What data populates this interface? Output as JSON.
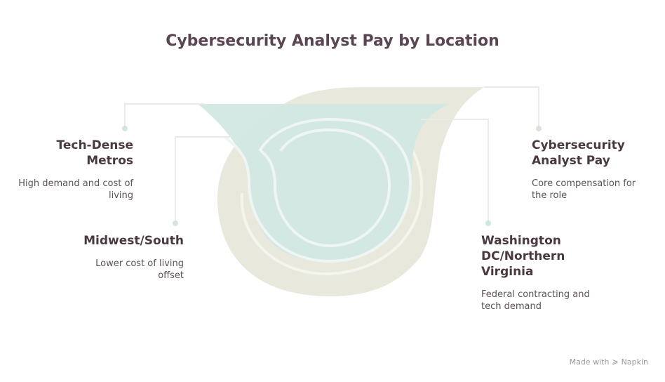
{
  "title": "Cybersecurity Analyst Pay by Location",
  "nodes": [
    {
      "id": "tech",
      "heading": "Tech-Dense Metros",
      "description": "High demand and cost of living"
    },
    {
      "id": "midwest",
      "heading": "Midwest/South",
      "description": "Lower cost of living offset"
    },
    {
      "id": "core",
      "heading": "Cybersecurity Analyst Pay",
      "description": "Core compensation for the role"
    },
    {
      "id": "dc",
      "heading": "Washington DC/Northern Virginia",
      "description": "Federal contracting and tech demand"
    }
  ],
  "footer": {
    "made_with": "Made with",
    "brand": "Napkin",
    "brand_icon": "napkin-logo-icon"
  },
  "colors": {
    "outer_shape": "#e6e6d6",
    "inner_shape": "#d2e6e3",
    "connector": "#e9ecea",
    "dot": "#d8e5e1"
  }
}
